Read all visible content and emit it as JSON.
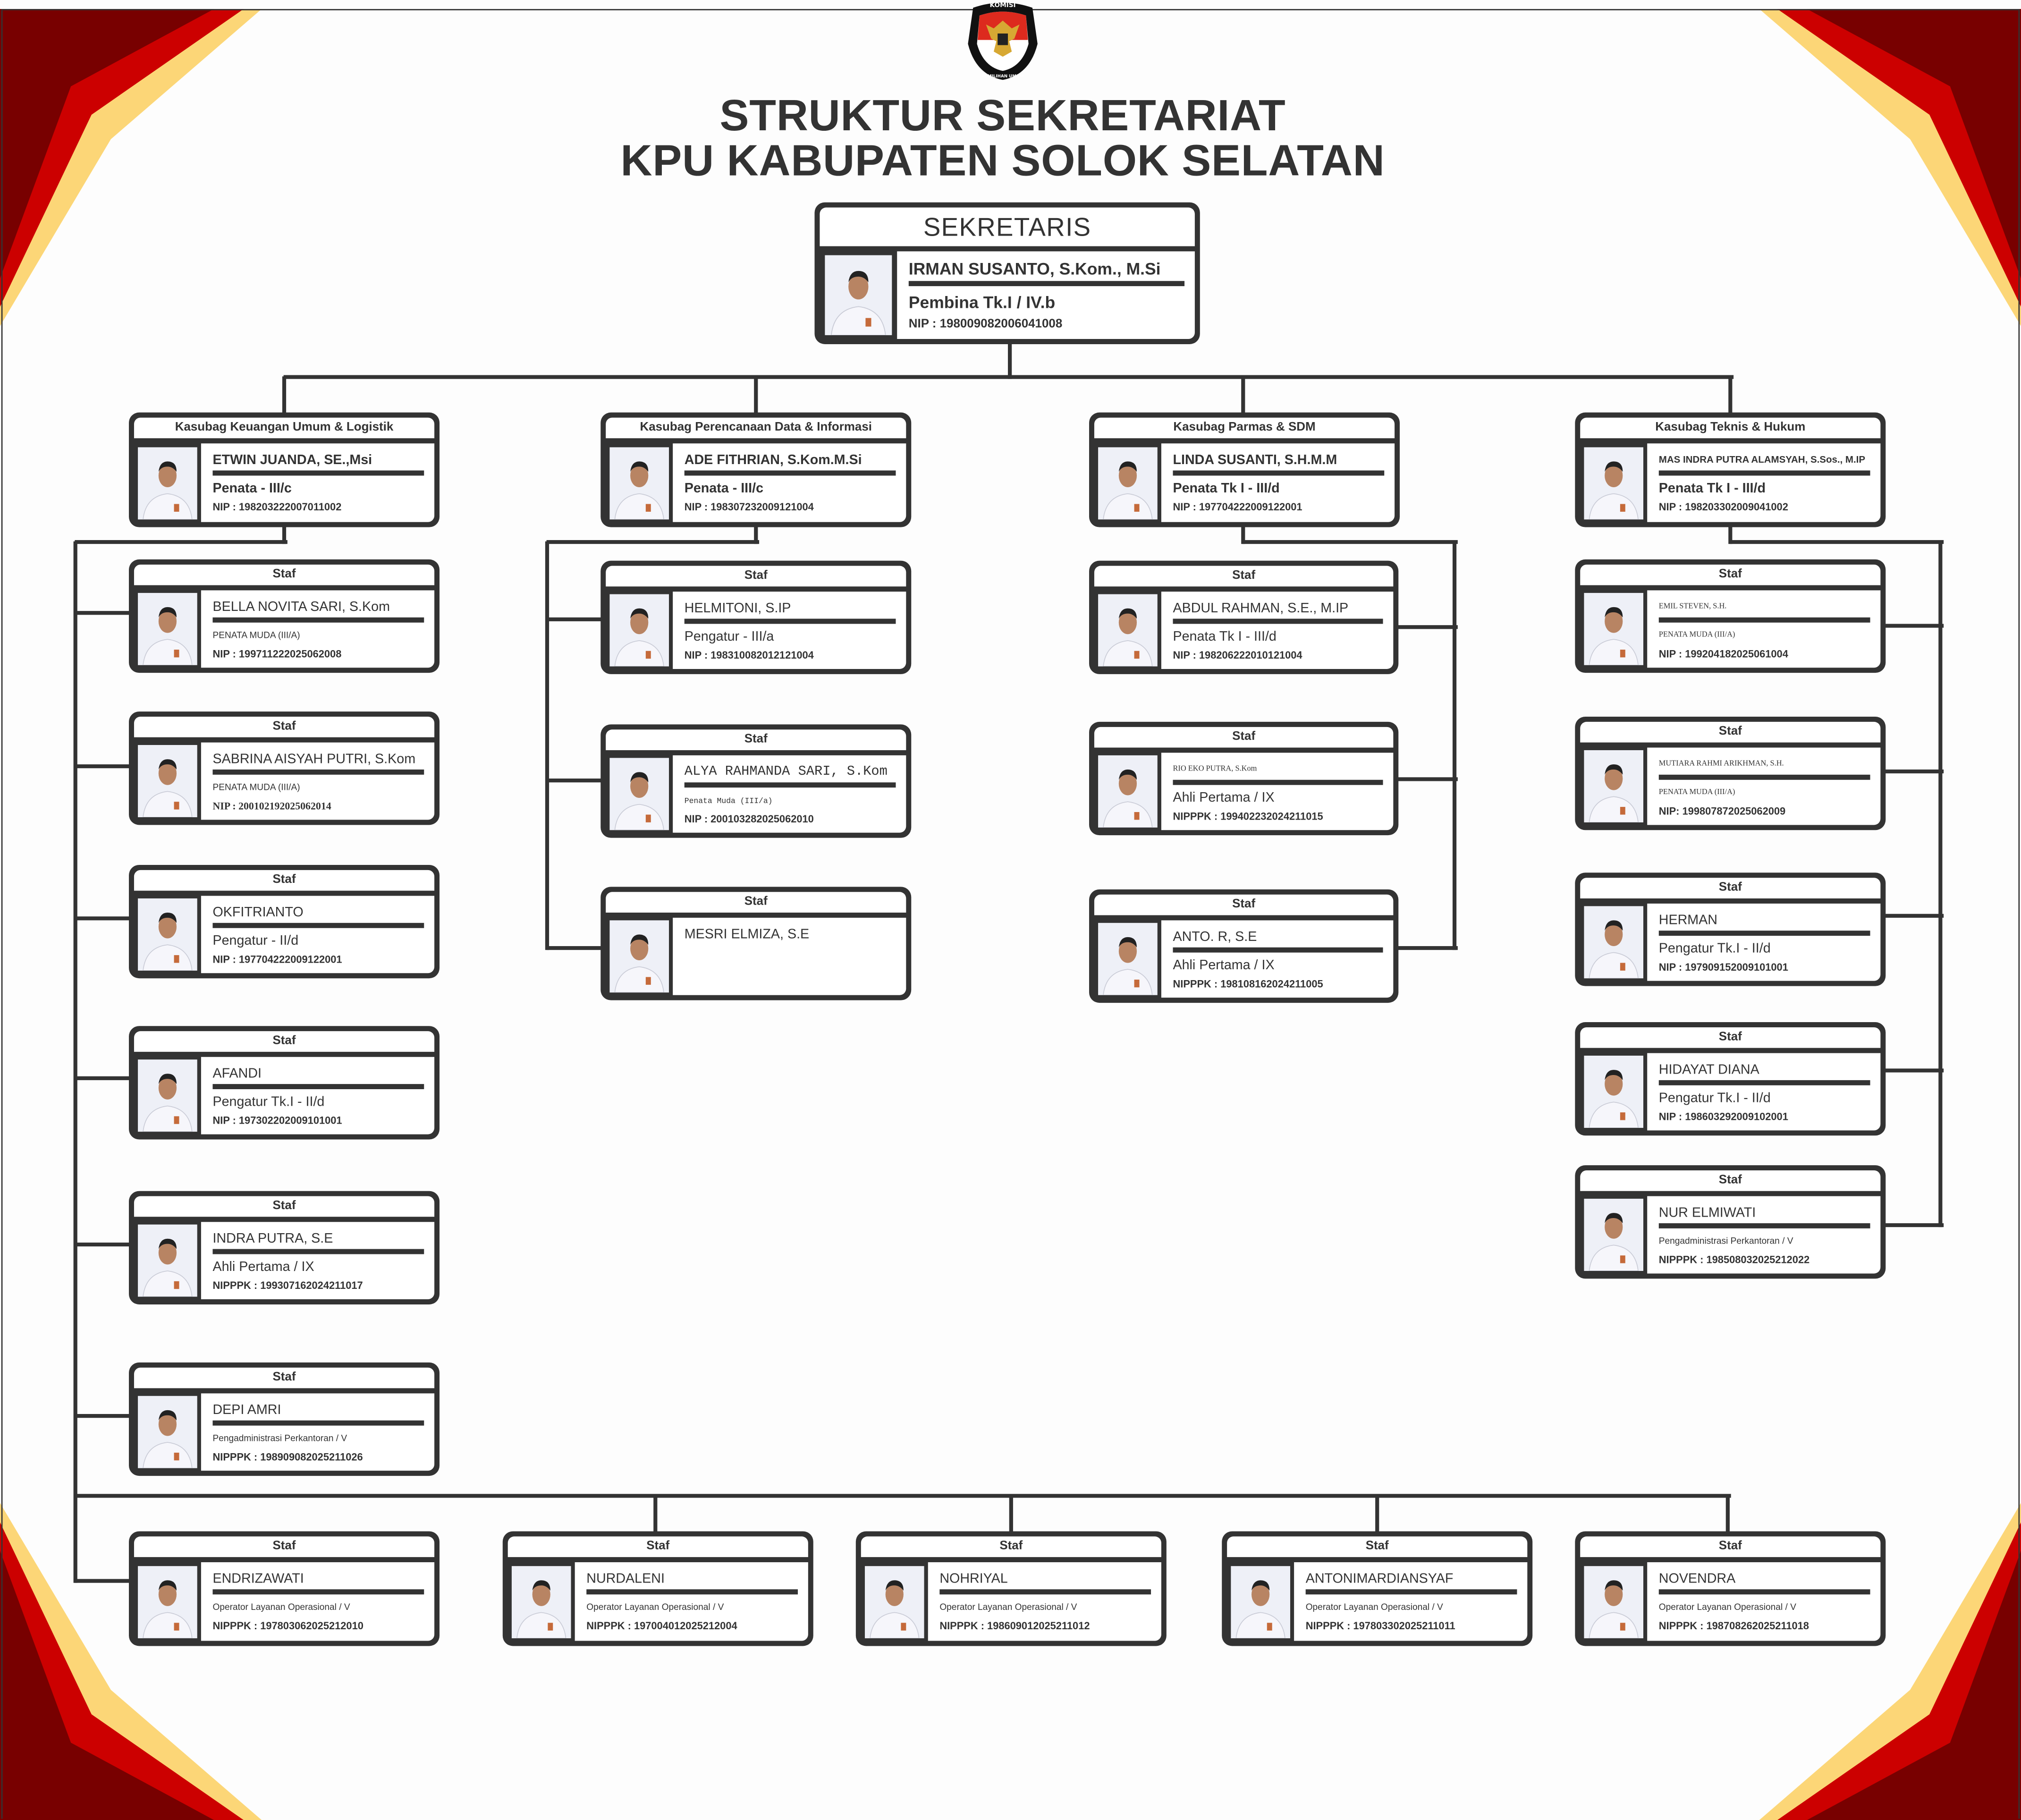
{
  "logo": {
    "top_text": "KOMISI",
    "bottom_text": "PEMILIHAN UMUM"
  },
  "header": {
    "title_line1": "STRUKTUR SEKRETARIAT",
    "title_line2": "KPU KABUPATEN SOLOK SELATAN"
  },
  "colors": {
    "frame": "#333333",
    "corner_dark": "#780000",
    "corner_red": "#cc0000",
    "corner_gold": "#fcd677"
  },
  "secretary": {
    "title": "SEKRETARIS",
    "name": "IRMAN SUSANTO, S.Kom., M.Si",
    "rank": "Pembina Tk.I / IV.b",
    "id": "NIP : 198009082006041008"
  },
  "kasubag": [
    {
      "title": "Kasubag Keuangan Umum & Logistik",
      "name": "ETWIN JUANDA, SE.,Msi",
      "rank": "Penata - III/c",
      "id": "NIP : 198203222007011002"
    },
    {
      "title": "Kasubag Perencanaan Data & Informasi",
      "name": "ADE FITHRIAN, S.Kom.M.Si",
      "rank": "Penata - III/c",
      "id": "NIP : 198307232009121004"
    },
    {
      "title": "Kasubag Parmas & SDM",
      "name": "LINDA SUSANTI, S.H.M.M",
      "rank": "Penata Tk I - III/d",
      "id": "NIP : 197704222009122001"
    },
    {
      "title": "Kasubag Teknis & Hukum",
      "name": "MAS INDRA PUTRA ALAMSYAH, S.Sos., M.IP",
      "rank": "Penata Tk I - III/d",
      "id": "NIP : 198203302009041002"
    }
  ],
  "staff_label": "Staf",
  "staff_keuangan": [
    {
      "name": "BELLA NOVITA SARI, S.Kom",
      "rank": "PENATA MUDA (III/A)",
      "id": "NIP : 199711222025062008"
    },
    {
      "name": "SABRINA AISYAH PUTRI, S.Kom",
      "rank": "PENATA MUDA (III/A)",
      "id": "NIP : 200102192025062014"
    },
    {
      "name": "OKFITRIANTO",
      "rank": "Pengatur  - II/d",
      "id": "NIP : 197704222009122001"
    },
    {
      "name": "AFANDI",
      "rank": "Pengatur Tk.I - II/d",
      "id": "NIP : 197302202009101001"
    },
    {
      "name": "INDRA PUTRA, S.E",
      "rank": "Ahli Pertama / IX",
      "id": "NIPPPK : 199307162024211017"
    },
    {
      "name": "DEPI AMRI",
      "rank": "Pengadministrasi Perkantoran / V",
      "id": "NIPPPK : 198909082025211026"
    }
  ],
  "staff_perencanaan": [
    {
      "name": "HELMITONI, S.IP",
      "rank": "Pengatur  - III/a",
      "id": "NIP : 198310082012121004"
    },
    {
      "name": "ALYA RAHMANDA SARI, S.Kom",
      "rank": "Penata Muda (III/a)",
      "id": "NIP : 200103282025062010"
    },
    {
      "name": "MESRI ELMIZA, S.E"
    }
  ],
  "staff_parmas": [
    {
      "name": "ABDUL RAHMAN, S.E., M.IP",
      "rank": "Penata Tk I - III/d",
      "id": "NIP : 198206222010121004"
    },
    {
      "name": "RIO EKO PUTRA, S.Kom",
      "rank": "Ahli Pertama / IX",
      "id": "NIPPPK : 199402232024211015"
    },
    {
      "name": "ANTO. R, S.E",
      "rank": "Ahli Pertama / IX",
      "id": "NIPPPK : 198108162024211005"
    }
  ],
  "staff_teknis": [
    {
      "name": "EMIL STEVEN, S.H.",
      "rank": "PENATA MUDA (III/A)",
      "id": "NIP : 199204182025061004"
    },
    {
      "name": "MUTIARA RAHMI ARIKHMAN, S.H.",
      "rank": "PENATA MUDA (III/A)",
      "id": "NIP: 199807872025062009"
    },
    {
      "name": "HERMAN",
      "rank": "Pengatur Tk.I - II/d",
      "id": "NIP : 197909152009101001"
    },
    {
      "name": "HIDAYAT DIANA",
      "rank": "Pengatur Tk.I - II/d",
      "id": "NIP : 198603292009102001"
    },
    {
      "name": "NUR ELMIWATI",
      "rank": "Pengadministrasi Perkantoran / V",
      "id": "NIPPPK : 198508032025212022"
    }
  ],
  "staff_operator": [
    {
      "name": "ENDRIZAWATI",
      "rank": "Operator Layanan Operasional / V",
      "id": "NIPPPK : 197803062025212010"
    },
    {
      "name": "NURDALENI",
      "rank": "Operator Layanan Operasional / V",
      "id": "NIPPPK : 197004012025212004"
    },
    {
      "name": "NOHRIYAL",
      "rank": "Operator Layanan Operasional / V",
      "id": "NIPPPK : 198609012025211012"
    },
    {
      "name": "ANTONIMARDIANSYAF",
      "rank": "Operator Layanan Operasional / V",
      "id": "NIPPPK : 197803302025211011"
    },
    {
      "name": "NOVENDRA",
      "rank": "Operator Layanan Operasional / V",
      "id": "NIPPPK : 198708262025211018"
    }
  ]
}
